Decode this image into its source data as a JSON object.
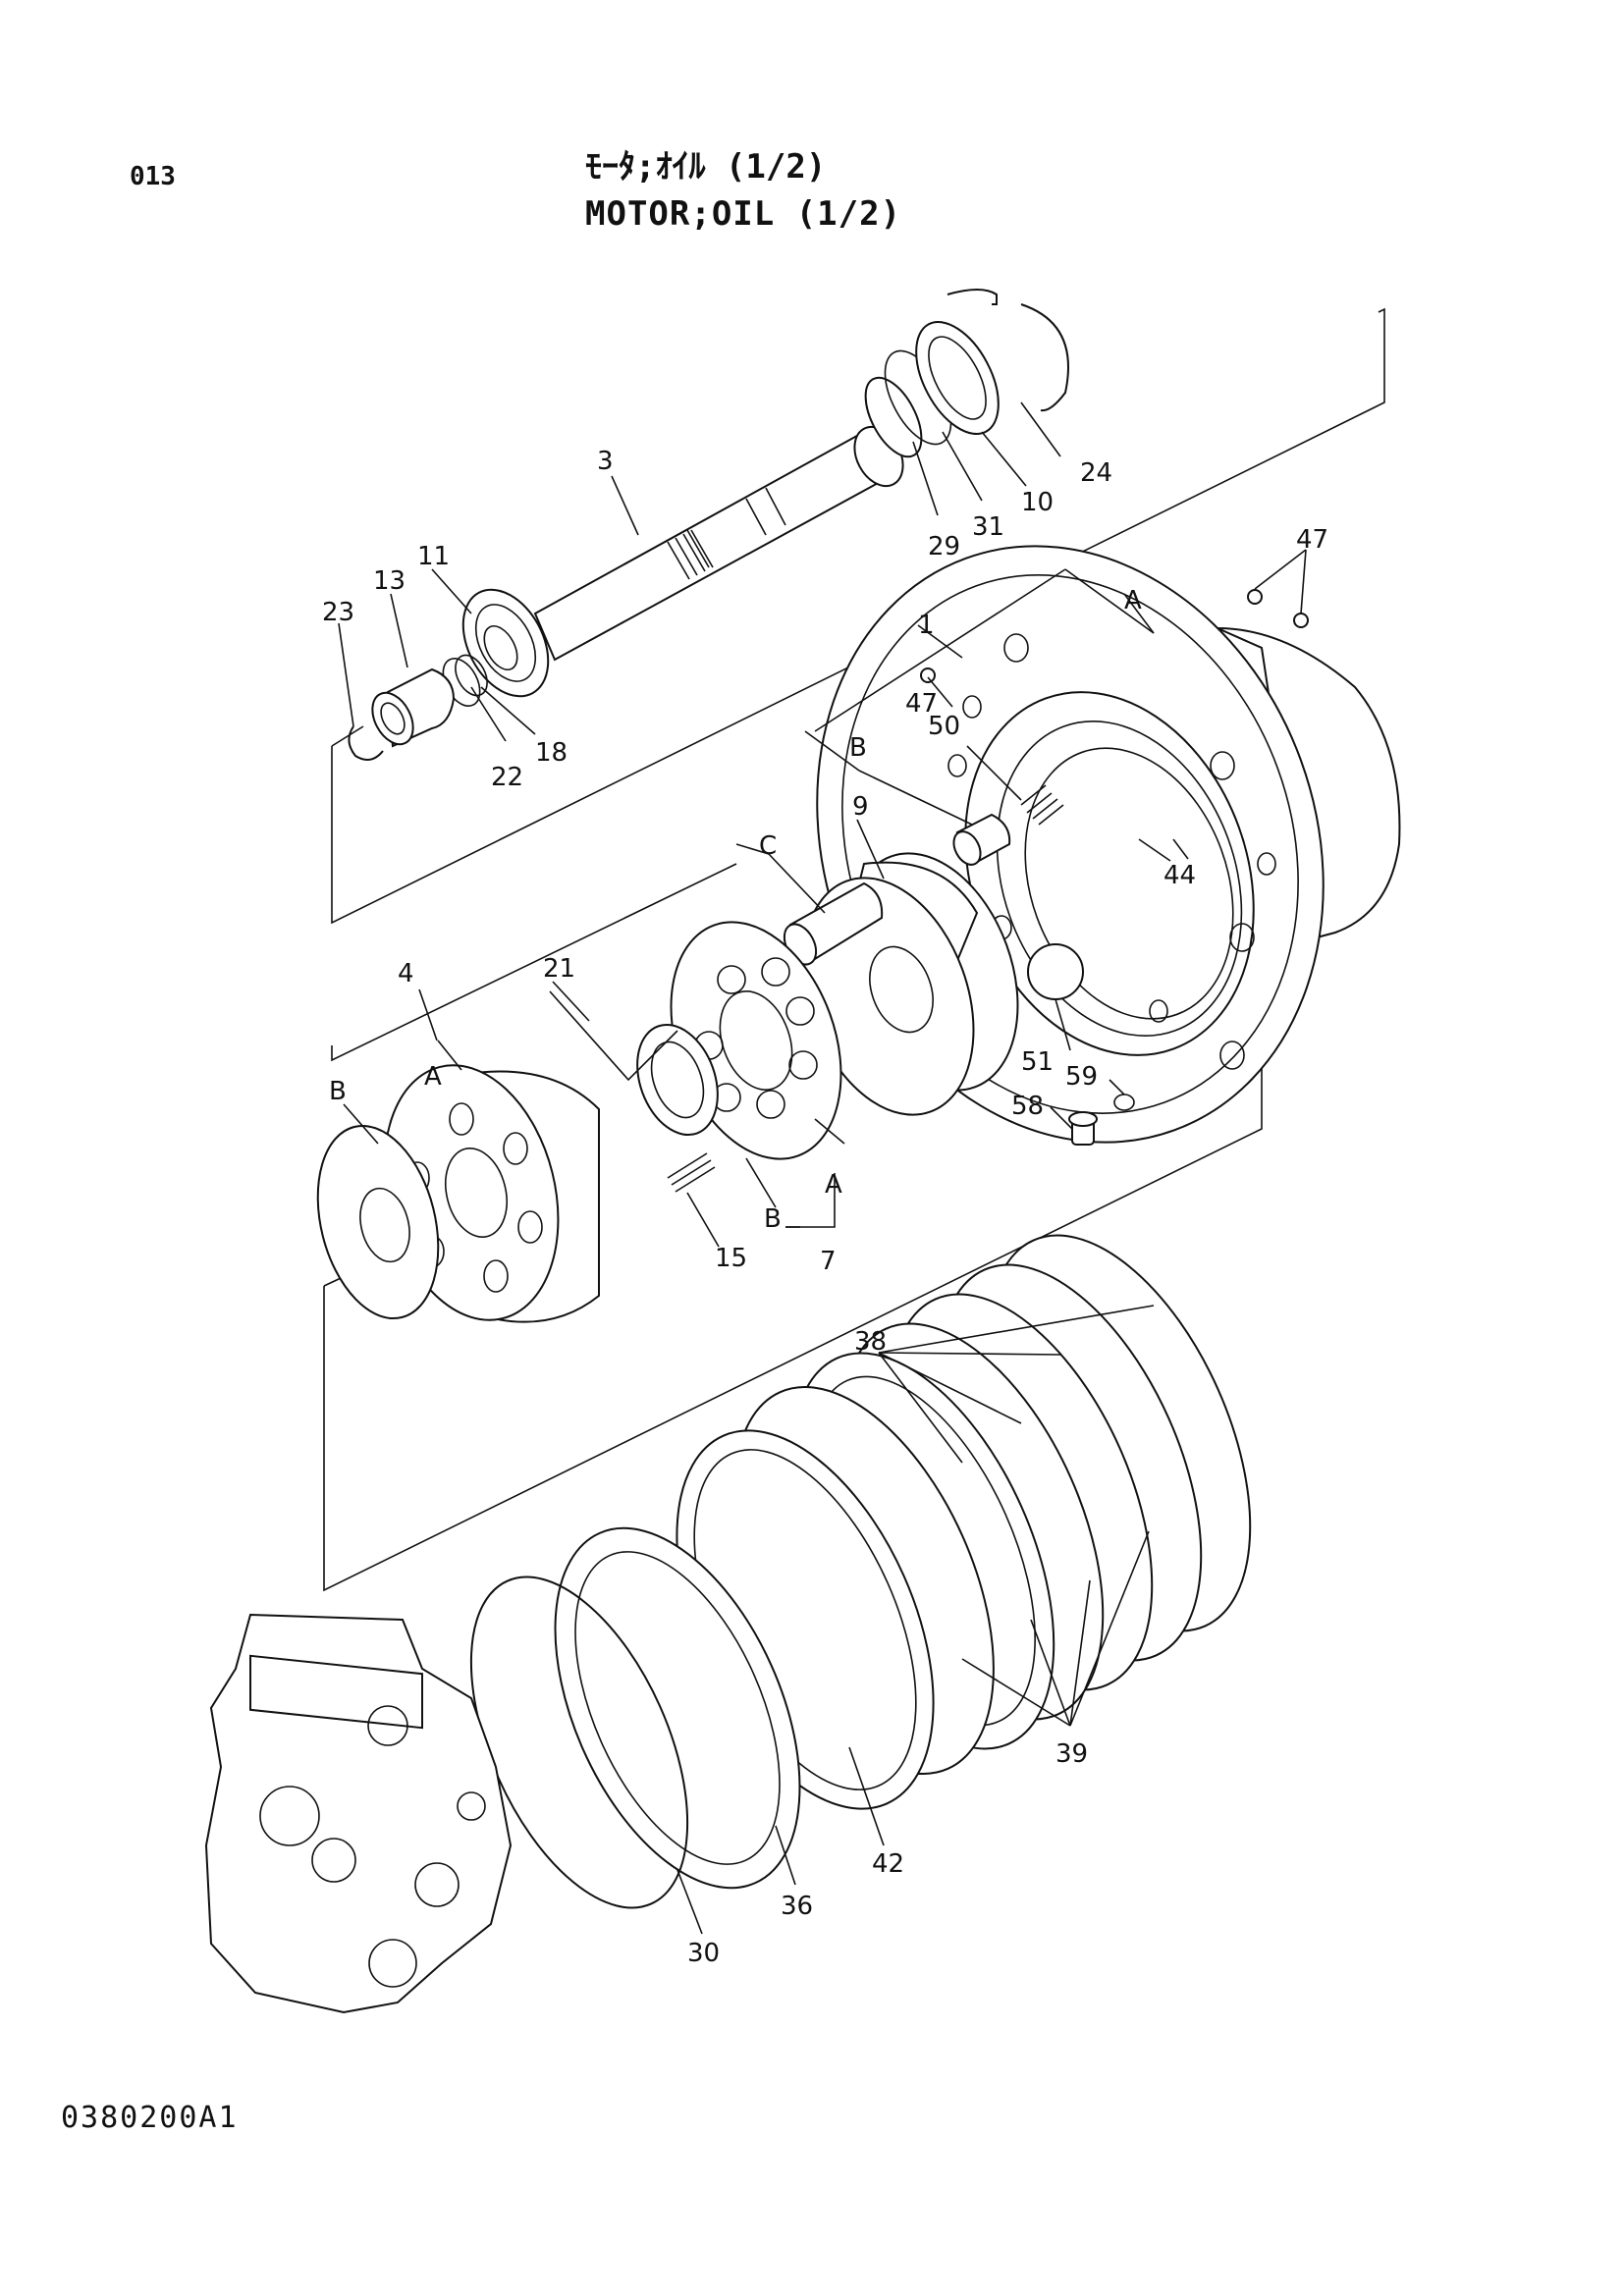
{
  "header": {
    "page_number": "013",
    "title_jp": "ﾓｰﾀ;ｵｲﾙ (1/2)",
    "title_en": "MOTOR;OIL (1/2)"
  },
  "footer": {
    "code": "0380200A1"
  },
  "callouts": {
    "p1": "1",
    "p3": "3",
    "p4": "4",
    "p7": "7",
    "p9": "9",
    "p10": "10",
    "p11": "11",
    "p13": "13",
    "p15": "15",
    "p18": "18",
    "p21": "21",
    "p22": "22",
    "p23": "23",
    "p24": "24",
    "p29": "29",
    "p30": "30",
    "p31": "31",
    "p36": "36",
    "p38": "38",
    "p39": "39",
    "p42": "42",
    "p44": "44",
    "p47a": "47",
    "p47b": "47",
    "p50": "50",
    "p51": "51",
    "p58": "58",
    "p59": "59",
    "refA1": "A",
    "refA2": "A",
    "refA3": "A",
    "refB1": "B",
    "refB2": "B",
    "refB3": "B",
    "refC": "C"
  }
}
